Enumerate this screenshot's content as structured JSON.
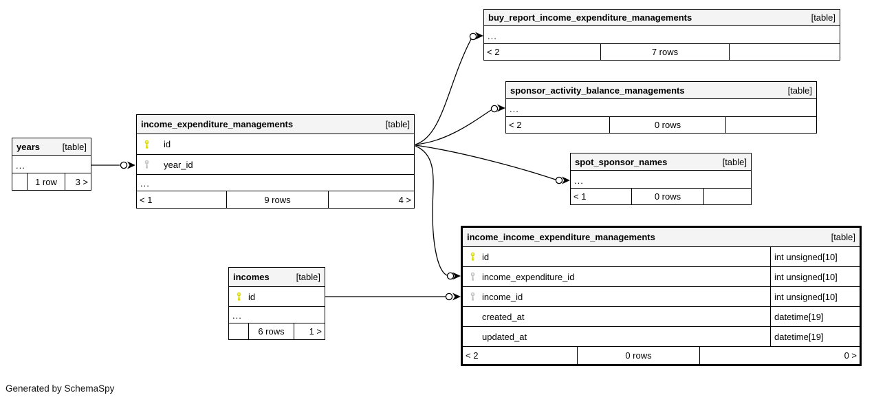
{
  "diagram": {
    "generated_by": "Generated by SchemaSpy",
    "colors": {
      "background": "#ffffff",
      "header_bg": "#f4f4f4",
      "border": "#000000",
      "primary_key": "#dcdc00",
      "foreign_key": "#c4c4c4"
    }
  },
  "tables": {
    "years": {
      "name": "years",
      "tag": "[table]",
      "ellipsis": "...",
      "footer": {
        "left": "",
        "center": "1 row",
        "right": "3 >"
      }
    },
    "income_expenditure_managements": {
      "name": "income_expenditure_managements",
      "tag": "[table]",
      "columns": [
        {
          "name": "id",
          "key": "primary"
        },
        {
          "name": "year_id",
          "key": "foreign"
        }
      ],
      "ellipsis": "...",
      "footer": {
        "left": "< 1",
        "center": "9 rows",
        "right": "4 >"
      }
    },
    "buy_report_income_expenditure_managements": {
      "name": "buy_report_income_expenditure_managements",
      "tag": "[table]",
      "ellipsis": "...",
      "footer": {
        "left": "< 2",
        "center": "7 rows",
        "right": ""
      }
    },
    "sponsor_activity_balance_managements": {
      "name": "sponsor_activity_balance_managements",
      "tag": "[table]",
      "ellipsis": "...",
      "footer": {
        "left": "< 2",
        "center": "0 rows",
        "right": ""
      }
    },
    "spot_sponsor_names": {
      "name": "spot_sponsor_names",
      "tag": "[table]",
      "ellipsis": "...",
      "footer": {
        "left": "< 1",
        "center": "0 rows",
        "right": ""
      }
    },
    "incomes": {
      "name": "incomes",
      "tag": "[table]",
      "columns": [
        {
          "name": "id",
          "key": "primary"
        }
      ],
      "ellipsis": "...",
      "footer": {
        "left": "",
        "center": "6 rows",
        "right": "1 >"
      }
    },
    "income_income_expenditure_managements": {
      "name": "income_income_expenditure_managements",
      "tag": "[table]",
      "columns": [
        {
          "name": "id",
          "type": "int unsigned[10]",
          "key": "primary"
        },
        {
          "name": "income_expenditure_id",
          "type": "int unsigned[10]",
          "key": "foreign"
        },
        {
          "name": "income_id",
          "type": "int unsigned[10]",
          "key": "foreign"
        },
        {
          "name": "created_at",
          "type": "datetime[19]",
          "key": ""
        },
        {
          "name": "updated_at",
          "type": "datetime[19]",
          "key": ""
        }
      ],
      "footer": {
        "left": "< 2",
        "center": "0 rows",
        "right": "0 >"
      }
    }
  }
}
